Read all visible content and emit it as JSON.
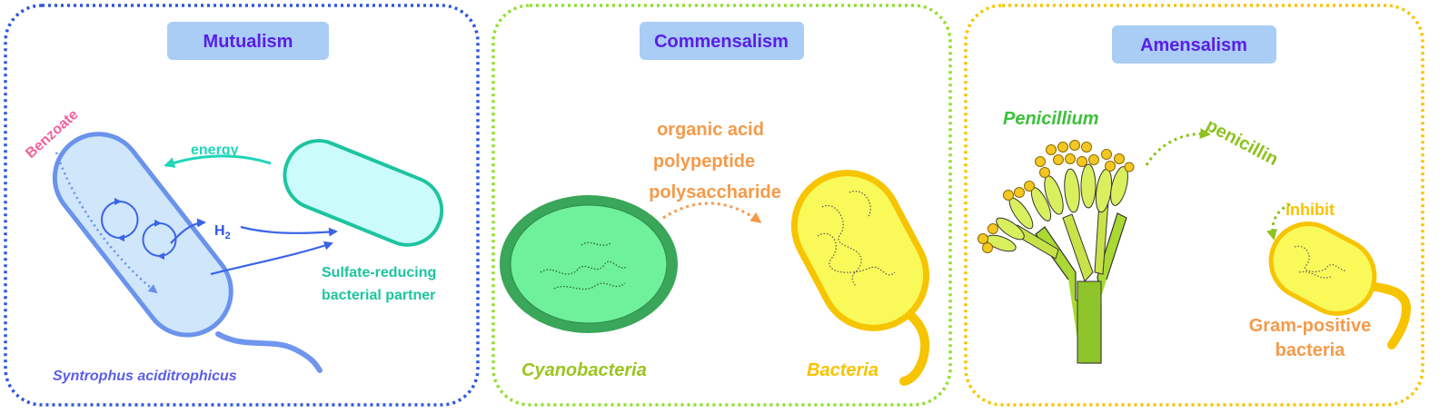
{
  "panels": {
    "mutualism": {
      "title": "Mutualism",
      "substrate": "Benzoate",
      "energy": "energy",
      "h2": "H",
      "h2_sub": "2",
      "partner_line1": "Sulfate-reducing",
      "partner_line2": "bacterial partner",
      "organism": "Syntrophus aciditrophicus"
    },
    "commensalism": {
      "title": "Commensalism",
      "products": [
        "organic acid",
        "polypeptide",
        "polysaccharide"
      ],
      "donor": "Cyanobacteria",
      "receiver": "Bacteria"
    },
    "amensalism": {
      "title": "Amensalism",
      "producer": "Penicillium",
      "compound": "penicillin",
      "effect": "inhibit",
      "target_line1": "Gram-positive",
      "target_line2": "bacteria"
    }
  },
  "colors": {
    "mutualism_border": "#2f56e0",
    "commensalism_border": "#8fe02f",
    "amensalism_border": "#f7c400",
    "title_box": "#a9cdf5",
    "title_text": "#5a1ee8",
    "cell_blue": "#cfe6fb",
    "cell_cyan": "#ccfbfb",
    "teal": "#1dc4a0",
    "pink": "#f2609a",
    "orange": "#f59a4a",
    "yellow": "#f7c400",
    "cyano_green": "#5ee88a"
  }
}
